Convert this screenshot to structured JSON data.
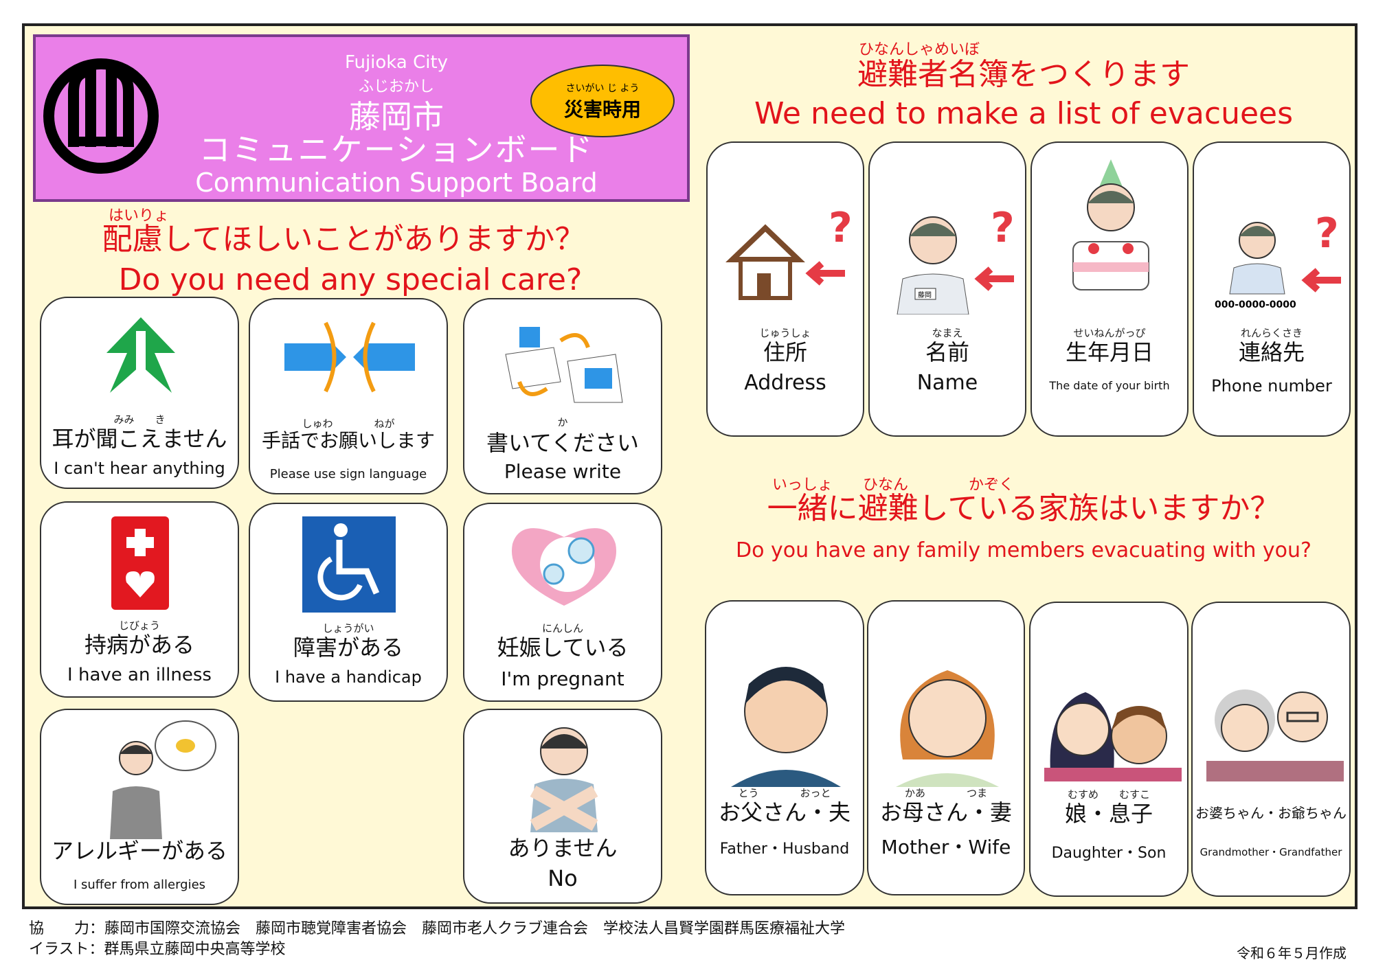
{
  "header": {
    "city_en": "Fujioka City",
    "city_kana": "ふじおかし",
    "city_jp": "藤岡市",
    "title_jp": "コミュニケーションボード",
    "title_en": "Communication Support Board",
    "badge_ruby": "さいがい じ よう",
    "badge_text": "災害時用"
  },
  "left": {
    "q_ruby": "はいりょ",
    "q_jp": "配慮してほしいことがありますか？",
    "q_en": "Do you need any special care?",
    "cards": [
      {
        "ruby": "みみ　　き",
        "jp": "耳が聞こえません",
        "en": "I can't hear anything"
      },
      {
        "ruby": "しゅわ　　　　ねが",
        "jp": "手話でお願いします",
        "en": "Please use sign language"
      },
      {
        "ruby": "か",
        "jp": "書いてください",
        "en": "Please write"
      },
      {
        "ruby": "じびょう",
        "jp": "持病がある",
        "en": "I have an illness"
      },
      {
        "ruby": "しょうがい",
        "jp": "障害がある",
        "en": "I have a handicap"
      },
      {
        "ruby": "にんしん",
        "jp": "妊娠している",
        "en": "I'm pregnant"
      },
      {
        "ruby": "",
        "jp": "アレルギーがある",
        "en": "I suffer from allergies"
      },
      {
        "ruby": "",
        "jp": "ありません",
        "en": "No"
      }
    ]
  },
  "right_top": {
    "q_ruby": "ひなんしゃめいぼ",
    "q_jp": "避難者名簿をつくります",
    "q_en": "We need to make a list of evacuees",
    "cards": [
      {
        "ruby": "じゅうしょ",
        "jp": "住所",
        "en": "Address"
      },
      {
        "ruby": "なまえ",
        "jp": "名前",
        "en": "Name"
      },
      {
        "ruby": "せいねんがっぴ",
        "jp": "生年月日",
        "en": "The date of your birth"
      },
      {
        "ruby": "れんらくさき",
        "jp": "連絡先",
        "en": "Phone number"
      }
    ],
    "phone_sample": "000-0000-0000",
    "name_tag": "藤岡"
  },
  "right_bottom": {
    "q_ruby": "いっしょ　　ひなん　　　　かぞく",
    "q_jp": "一緒に避難している家族はいますか？",
    "q_en": "Do you have any family members evacuating with you?",
    "cards": [
      {
        "ruby": "とう　　　　おっと",
        "jp": "お父さん・夫",
        "en": "Father・Husband"
      },
      {
        "ruby": "かあ　　　　つま",
        "jp": "お母さん・妻",
        "en": "Mother・Wife"
      },
      {
        "ruby": "むすめ　　むすこ",
        "jp": "娘・息子",
        "en": "Daughter・Son"
      },
      {
        "ruby": "",
        "jp": "お婆ちゃん・お爺ちゃん",
        "en": "Grandmother・Grandfather"
      }
    ]
  },
  "footer": {
    "line1": "協　　力：藤岡市国際交流協会　藤岡市聴覚障害者協会　藤岡市老人クラブ連合会　学校法人昌賢学園群馬医療福祉大学",
    "line2": "イラスト：群馬県立藤岡中央高等学校",
    "date": "令和６年５月作成"
  },
  "colors": {
    "heading_red": "#e2141b",
    "header_pink": "#ea7fe8",
    "badge_yellow": "#ffbe00",
    "board_bg": "#fff9d6"
  }
}
